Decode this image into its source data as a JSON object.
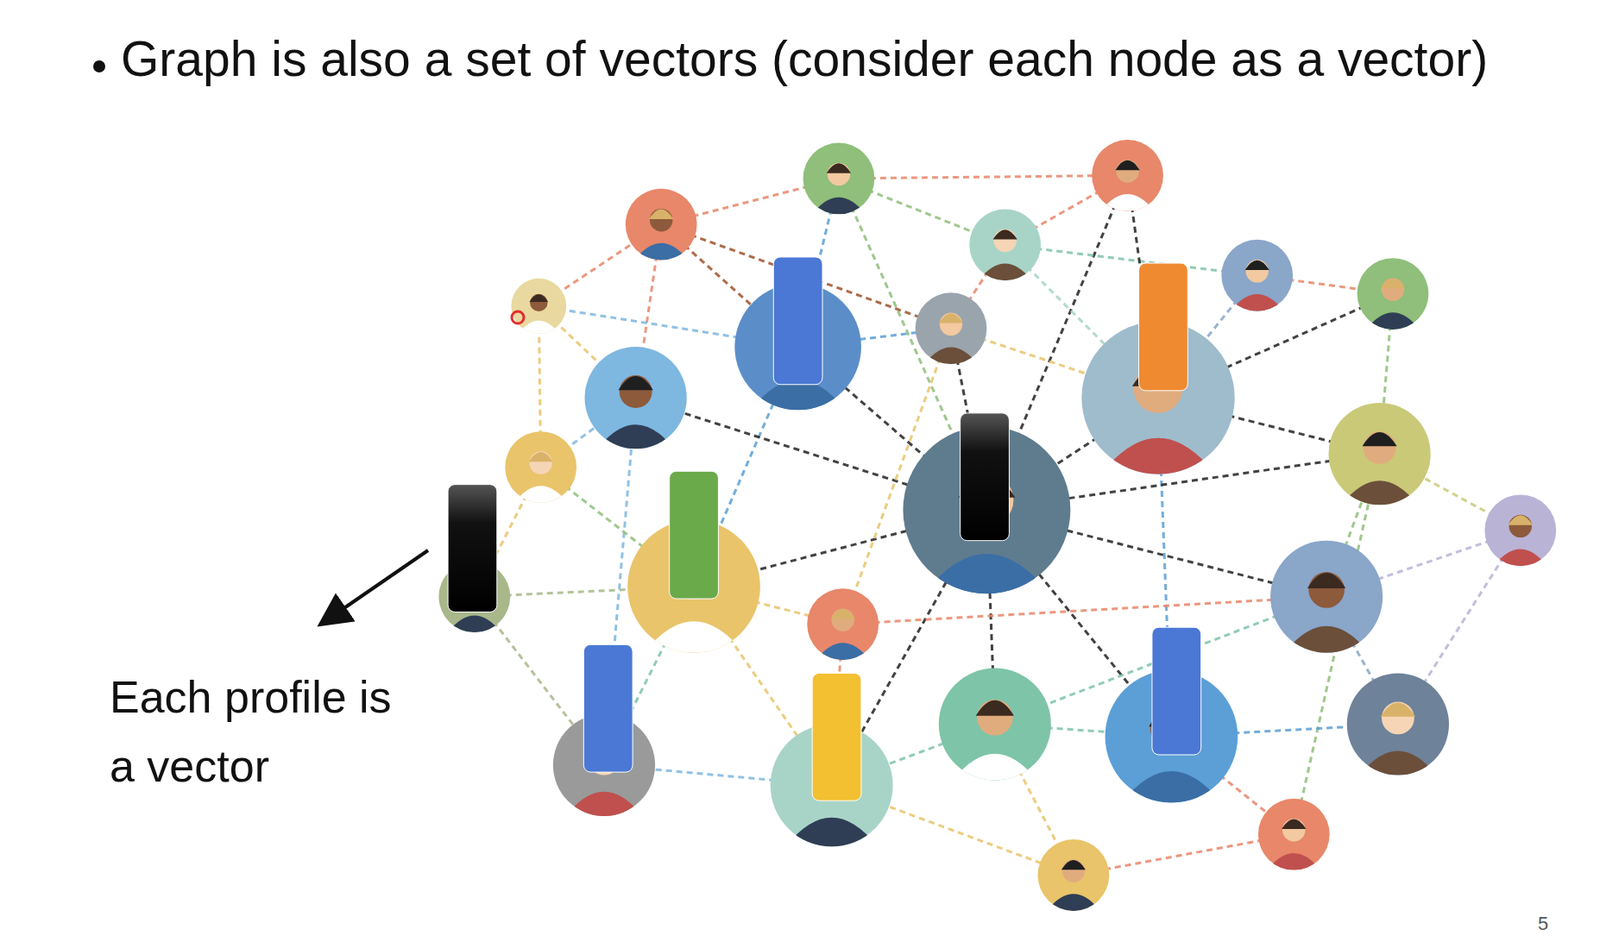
{
  "diagram": {
    "title": "Graph is also a set of vectors (consider each node as a vector)",
    "labels": [
      "Each profile is a vector",
      "5"
    ]
  }
}
